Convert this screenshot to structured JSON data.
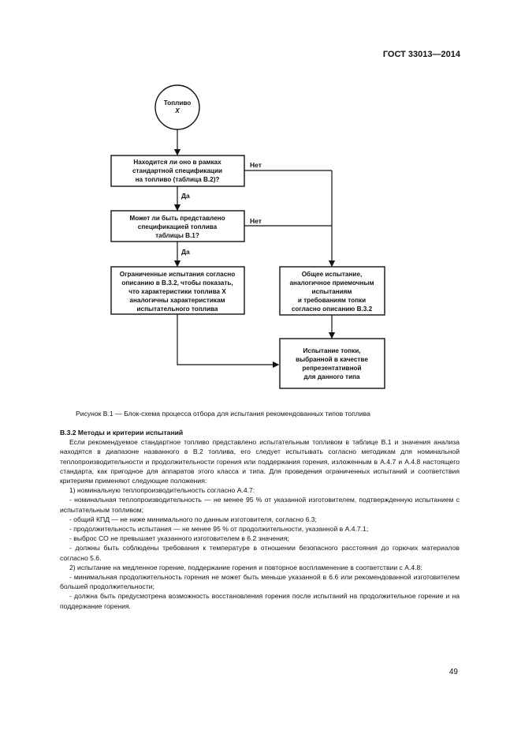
{
  "header": {
    "standard": "ГОСТ 33013—2014"
  },
  "flowchart": {
    "start": {
      "line1": "Топливо",
      "line2": "X"
    },
    "q1": [
      "Находится ли оно в рамках",
      "стандартной спецификации",
      "на топливо (таблица В.2)?"
    ],
    "q2": [
      "Может ли быть представлено",
      "спецификацией топлива",
      "таблицы В.1?"
    ],
    "limited": [
      "Ограниченные испытания согласно",
      "описанию в В.3.2, чтобы показать,",
      "что характеристики топлива X",
      "аналогичны характеристикам",
      "испытательного топлива"
    ],
    "general": [
      "Общее испытание,",
      "аналогичное приемочным",
      "испытаниям",
      "и требованиям топки",
      "согласно описанию В.3.2"
    ],
    "final": [
      "Испытание топки,",
      "выбранной в качестве",
      "репрезентативной",
      "для данного типа"
    ],
    "yes_label": "Да",
    "no_label": "Нет"
  },
  "caption": "Рисунок В.1 — Блок-схема процесса отбора для испытания рекомендованных типов топлива",
  "section": {
    "title": "В.3.2 Методы и критерии испытаний",
    "paragraphs": [
      "Если рекомендуемое стандартное топливо представлено испытательным топливом в таблице В.1 и значения анализа находятся в диапазоне названного в В.2 топлива, его следует испытывать согласно методикам для номинальной теплопроизводительности и продолжительности горения или поддержания горения, изложенным в А.4.7 и А.4.8 настоящего стандарта, как пригодное для аппаратов этого класса и типа. Для проведения ограниченных испытаний и соответствия критериям применяют следующие положения:",
      "1) номинальную теплопроизводительность согласно А.4.7:",
      "- номинальная теплопроизводительность — не менее 95 % от указанной изготовителем, подтвержденную испытанием с испытательным топливом;",
      "- общий КПД — не ниже минимального по данным изготовителя, согласно 6.3;",
      "- продолжительность испытания — не менее 95 % от продолжительности, указанной в А.4.7.1;",
      "- выброс СО не превышает указанного изготовителем в 6.2 значения;",
      "- должны быть соблюдены требования к температуре в отношении безопасного расстояния до горючих материалов согласно 5.6.",
      "2) испытание на медленное горение, поддержание горения и повторное воспламенение в соответствии с А.4.8:",
      "- минимальная продолжительность горения не может быть меньше указанной в 6.6 или рекомендованной изготовителем большей продолжительности;",
      "- должна быть предусмотрена возможность восстановления горения после испытаний на продолжительное горение и на поддержание горения."
    ]
  },
  "page_number": "49"
}
